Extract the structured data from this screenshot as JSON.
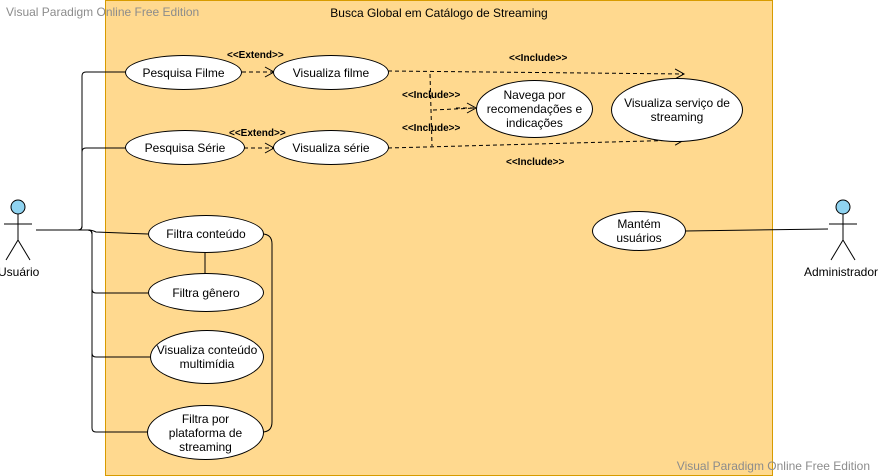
{
  "watermark": {
    "top": "Visual Paradigm Online Free Edition",
    "bottom": "Visual Paradigm Online Free Edition"
  },
  "system": {
    "title": "Busca Global em Catálogo de Streaming"
  },
  "actors": {
    "user": "Usuário",
    "admin": "Administrador"
  },
  "use_cases": {
    "pesquisa_filme": "Pesquisa Filme",
    "visualiza_filme": "Visualiza filme",
    "pesquisa_serie": "Pesquisa Série",
    "visualiza_serie": "Visualiza série",
    "navega": "Navega por recomendações e indicações",
    "visualiza_servico": "Visualiza serviço de streaming",
    "filtra_conteudo": "Filtra conteúdo",
    "filtra_genero": "Filtra gênero",
    "visualiza_multimidia": "Visualiza conteúdo multimídia",
    "filtra_plataforma": "Filtra por plataforma de streaming",
    "mantem_usuarios": "Mantém usuários"
  },
  "relations": {
    "extend_1": "<<Extend>>",
    "extend_2": "<<Extend>>",
    "include_1": "<<Include>>",
    "include_2": "<<Include>>",
    "include_3": "<<Include>>",
    "include_4": "<<Include>>"
  },
  "colors": {
    "boundary_fill": "#ffd98f",
    "boundary_stroke": "#d79b00",
    "actor_head": "#8fd3f0"
  }
}
